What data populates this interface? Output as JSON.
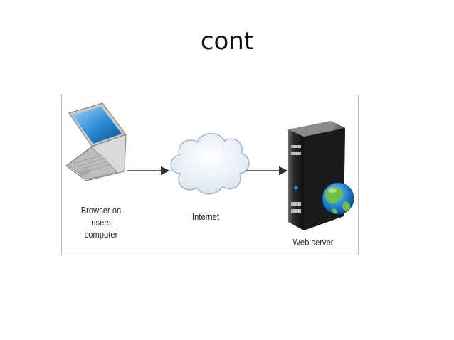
{
  "slide": {
    "title": "cont"
  },
  "diagram": {
    "nodes": [
      {
        "id": "laptop",
        "icon": "laptop-icon",
        "label_lines": [
          "Browser on",
          "users",
          "computer"
        ]
      },
      {
        "id": "cloud",
        "icon": "cloud-icon",
        "label_lines": [
          "Internet"
        ]
      },
      {
        "id": "server",
        "icon": "server-icon",
        "label_lines": [
          "Web server"
        ]
      }
    ],
    "edges": [
      {
        "from": "laptop",
        "to": "cloud"
      },
      {
        "from": "cloud",
        "to": "server"
      }
    ],
    "colors": {
      "frame_border": "#b8b8b8",
      "arrow": "#333333",
      "screen_blue": "#2f8fd8",
      "cloud_fill": "#e6eef6",
      "server_body": "#2a2a2a",
      "globe_blue": "#1e7fd0",
      "globe_green": "#6cc04a"
    }
  }
}
